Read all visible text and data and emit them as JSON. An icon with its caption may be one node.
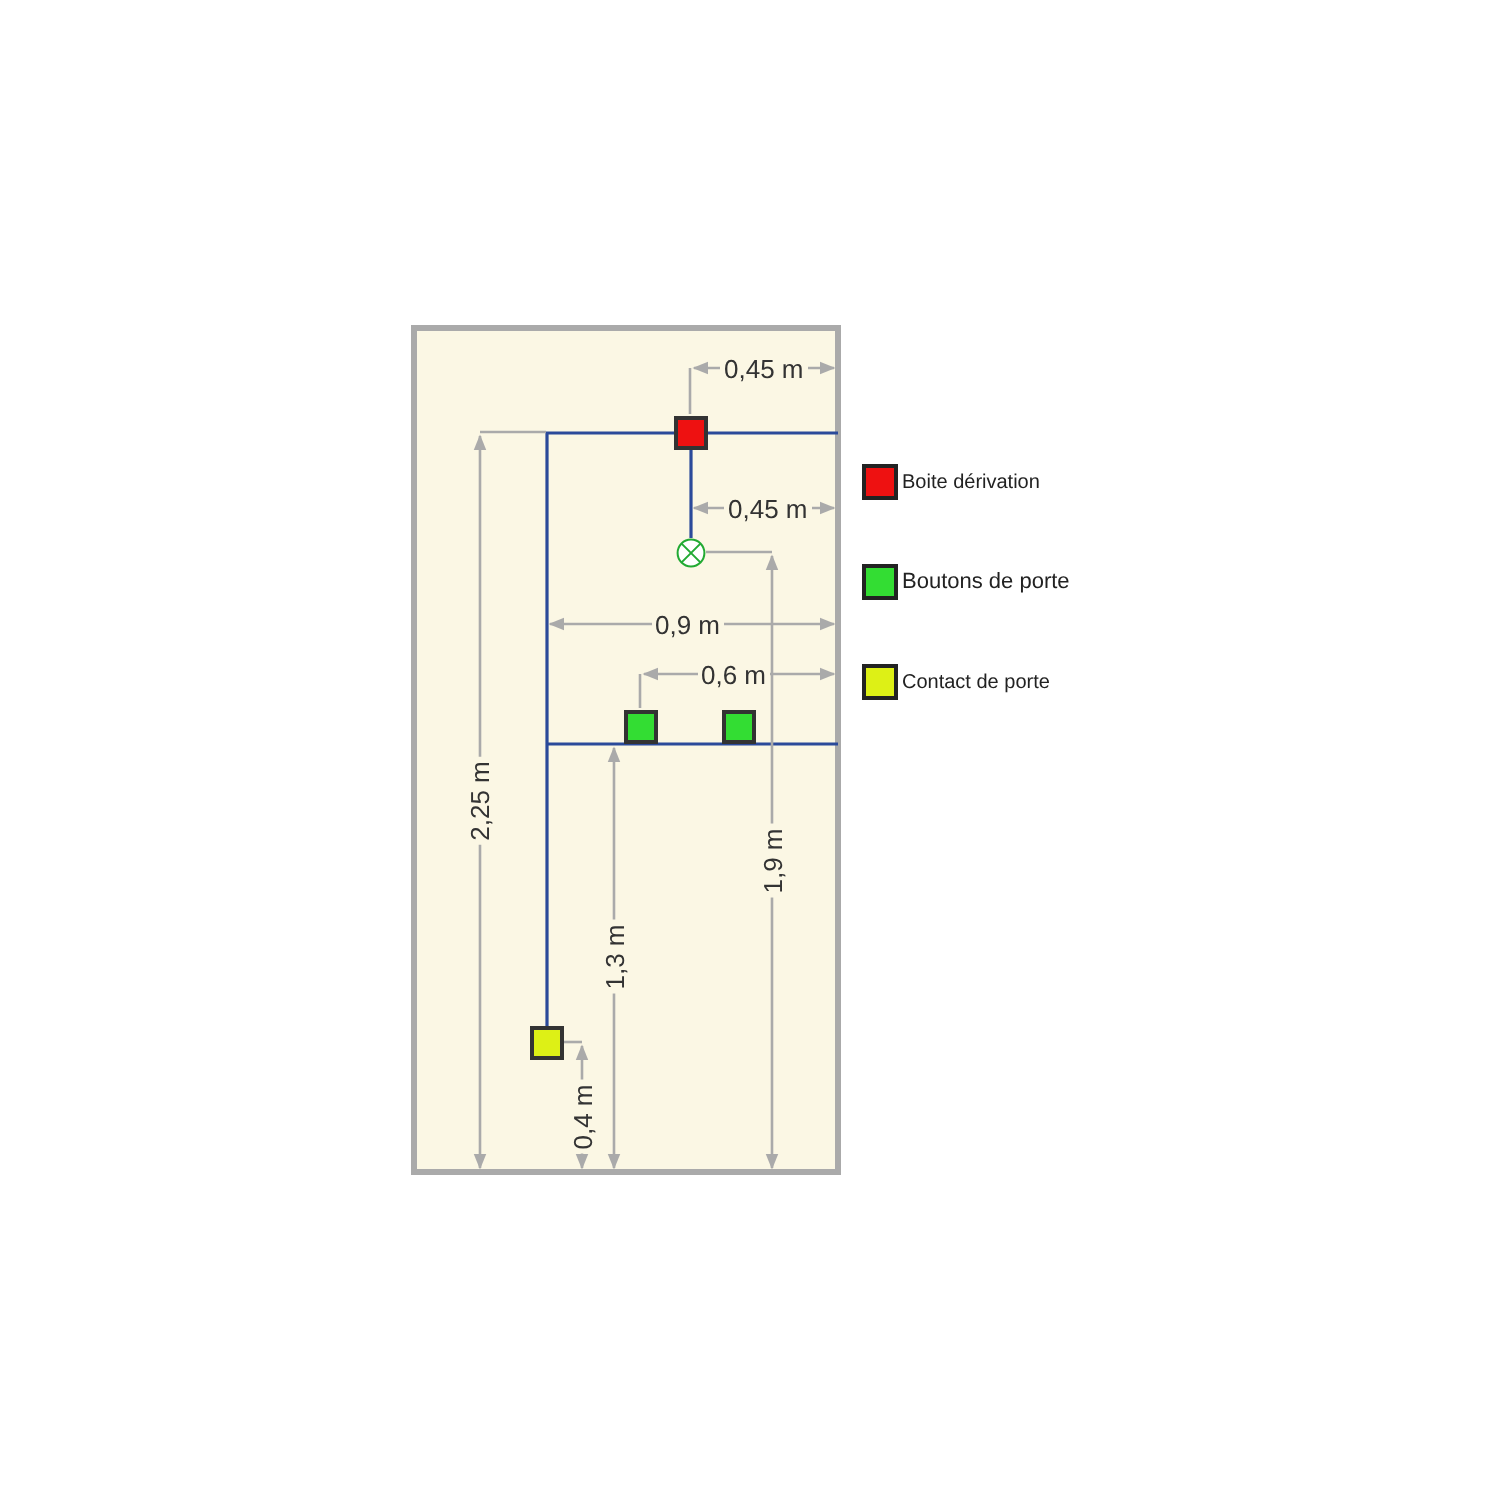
{
  "diagram": {
    "nodes": [
      {
        "text": [],
        "shape": "box"
      },
      {
        "text": [],
        "shape": "circle"
      },
      {
        "text": [],
        "shape": "box"
      },
      {
        "text": [],
        "shape": "box"
      },
      {
        "text": [],
        "shape": "box"
      }
    ],
    "edges": [
      {
        "from": 0,
        "to": 1,
        "arrow": "none"
      },
      {
        "from": 0,
        "to": 4,
        "arrow": "none"
      },
      {
        "from": 0,
        "to": null,
        "arrow": "none"
      }
    ],
    "labels": [
      "0,45 m",
      "0,45 m",
      "0,9 m",
      "0,6 m",
      "2,25 m",
      "1,3 m",
      "1,9 m",
      "0,4 m"
    ],
    "legend": [
      {
        "text": "Boite dérivation",
        "color": "#ee1111"
      },
      {
        "text": "Boutons de porte",
        "color": "#33dd33"
      },
      {
        "text": "Contact de porte",
        "color": "#ddf016"
      }
    ]
  }
}
